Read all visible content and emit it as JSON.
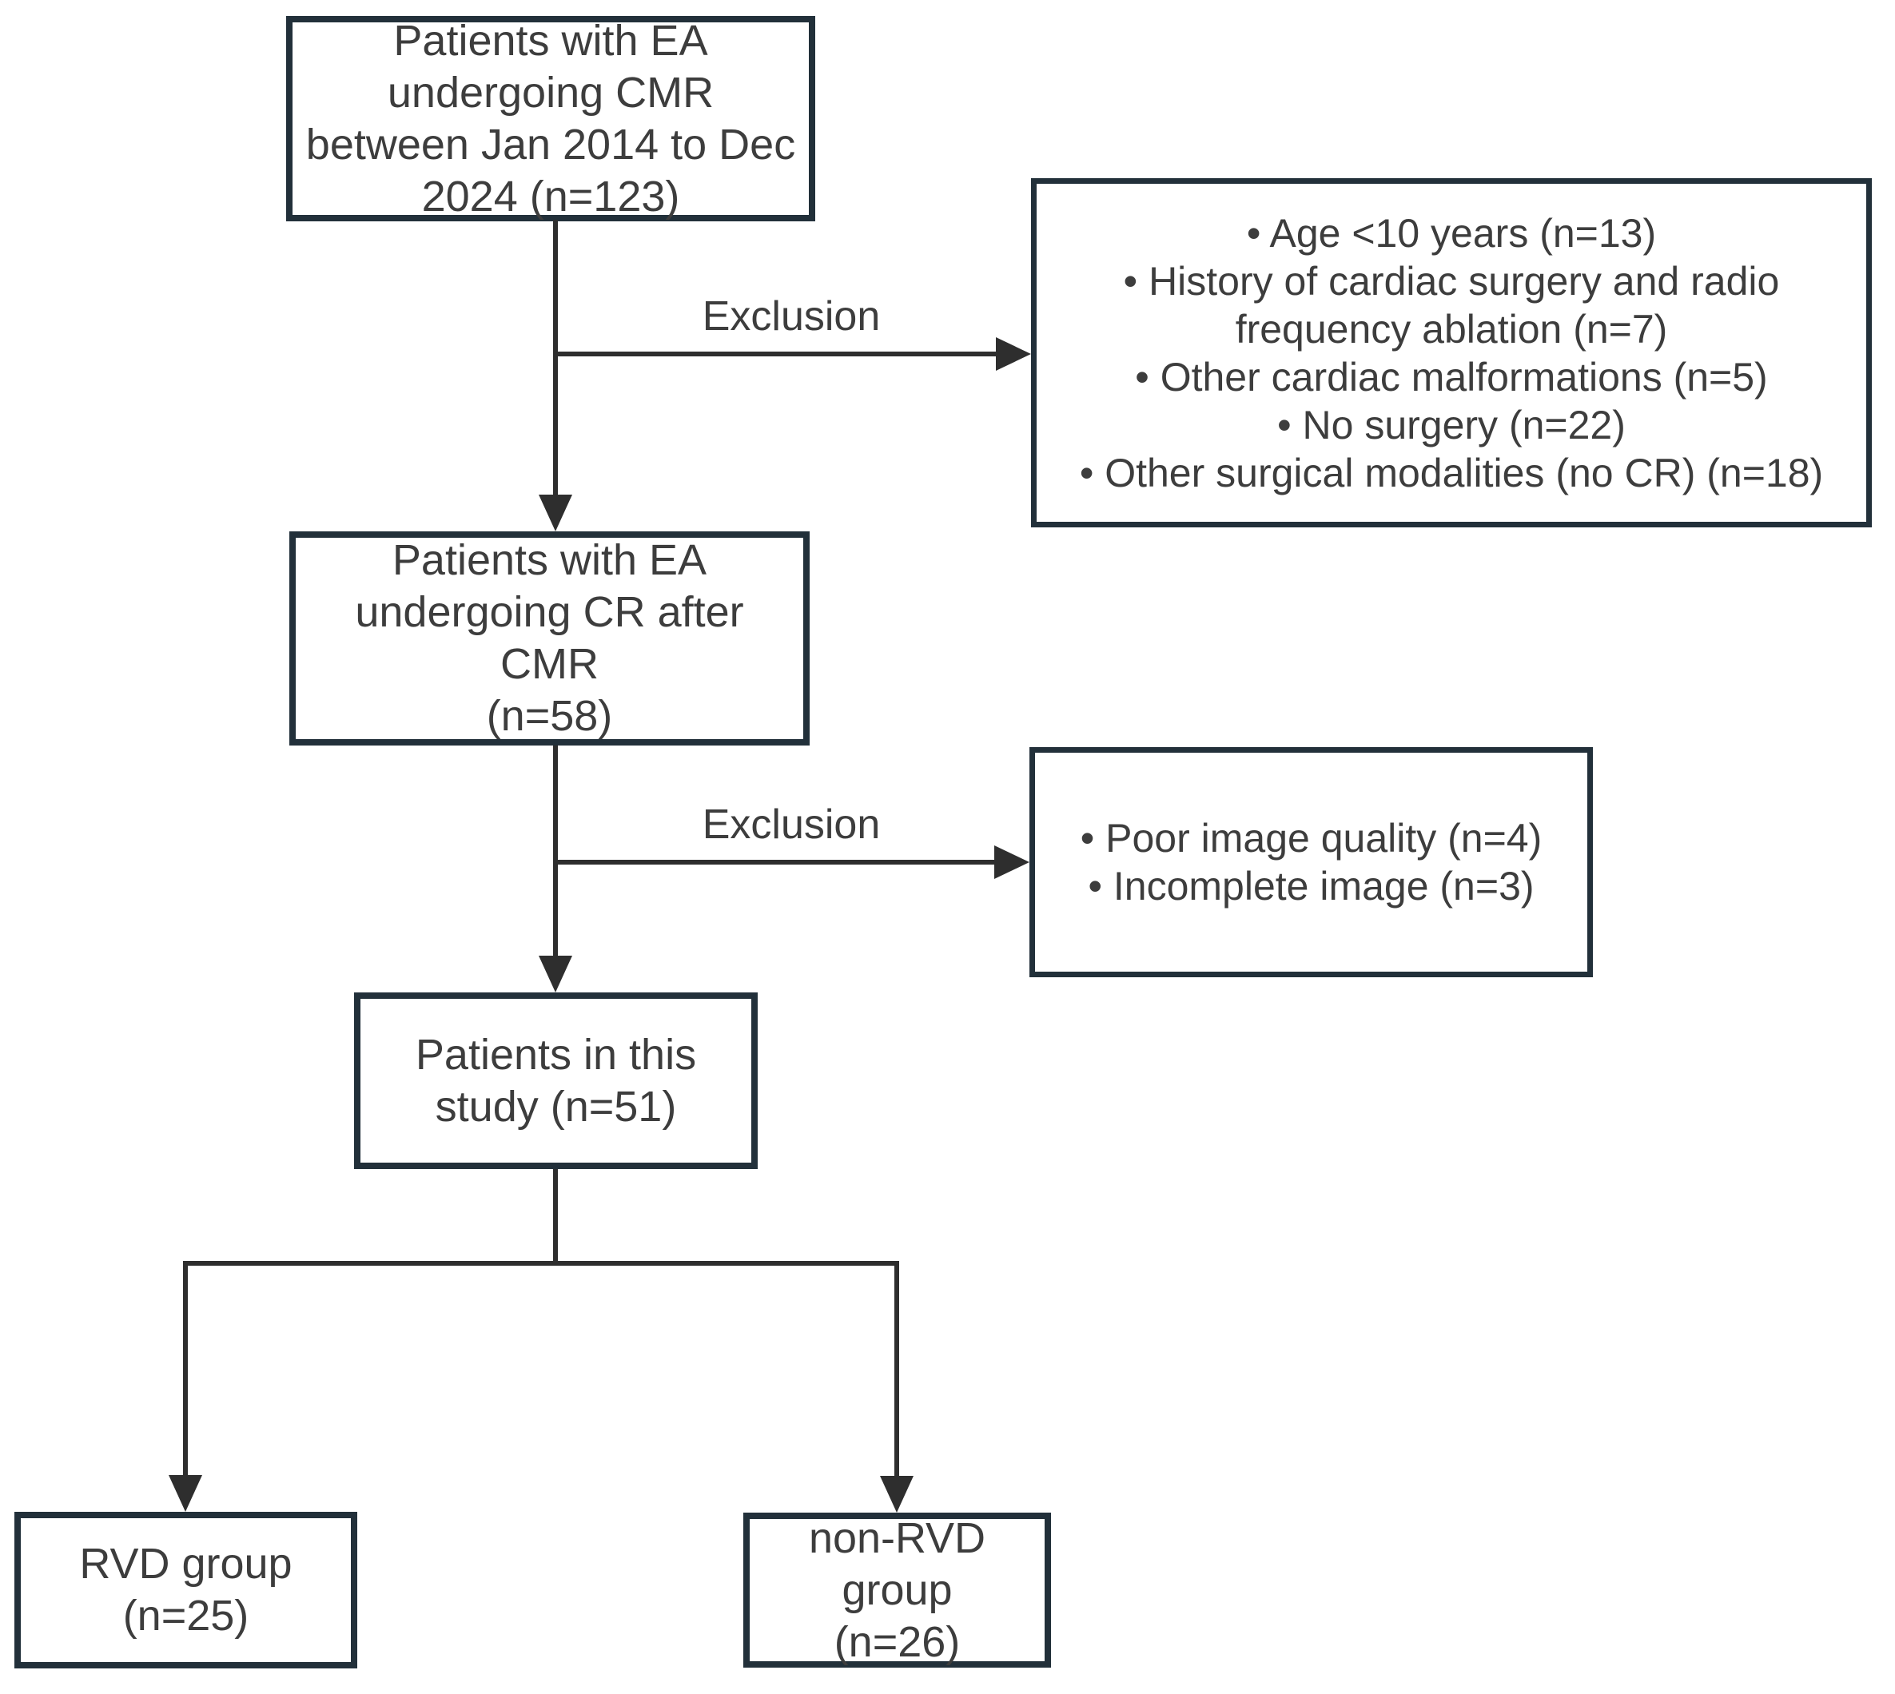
{
  "figure": {
    "background": "#ffffff",
    "box_border_color": "#22303a",
    "line_color": "#2e2e2e",
    "text_color": "#3d3d3d"
  },
  "boxes": {
    "top": {
      "text": "Patients with EA\nundergoing CMR\nbetween Jan 2014 to Dec\n2024 (n=123)"
    },
    "cr_after_cmr": {
      "text": "Patients with EA\nundergoing CR after\nCMR\n(n=58)"
    },
    "study": {
      "text": "Patients  in this\nstudy (n=51)"
    },
    "rvd": {
      "text": "RVD group\n(n=25)"
    },
    "non_rvd": {
      "text": "non-RVD group\n(n=26)"
    }
  },
  "exclusion_box_1": {
    "items": [
      "• Age <10 years (n=13)",
      "• History of cardiac surgery and radio frequency ablation (n=7)",
      "• Other  cardiac malformations (n=5)",
      "• No surgery  (n=22)",
      "• Other surgical modalities  (no CR) (n=18)"
    ]
  },
  "exclusion_box_2": {
    "items": [
      "• Poor image quality (n=4)",
      "• Incomplete image (n=3)"
    ]
  },
  "labels": {
    "exclusion_1": "Exclusion",
    "exclusion_2": "Exclusion"
  }
}
